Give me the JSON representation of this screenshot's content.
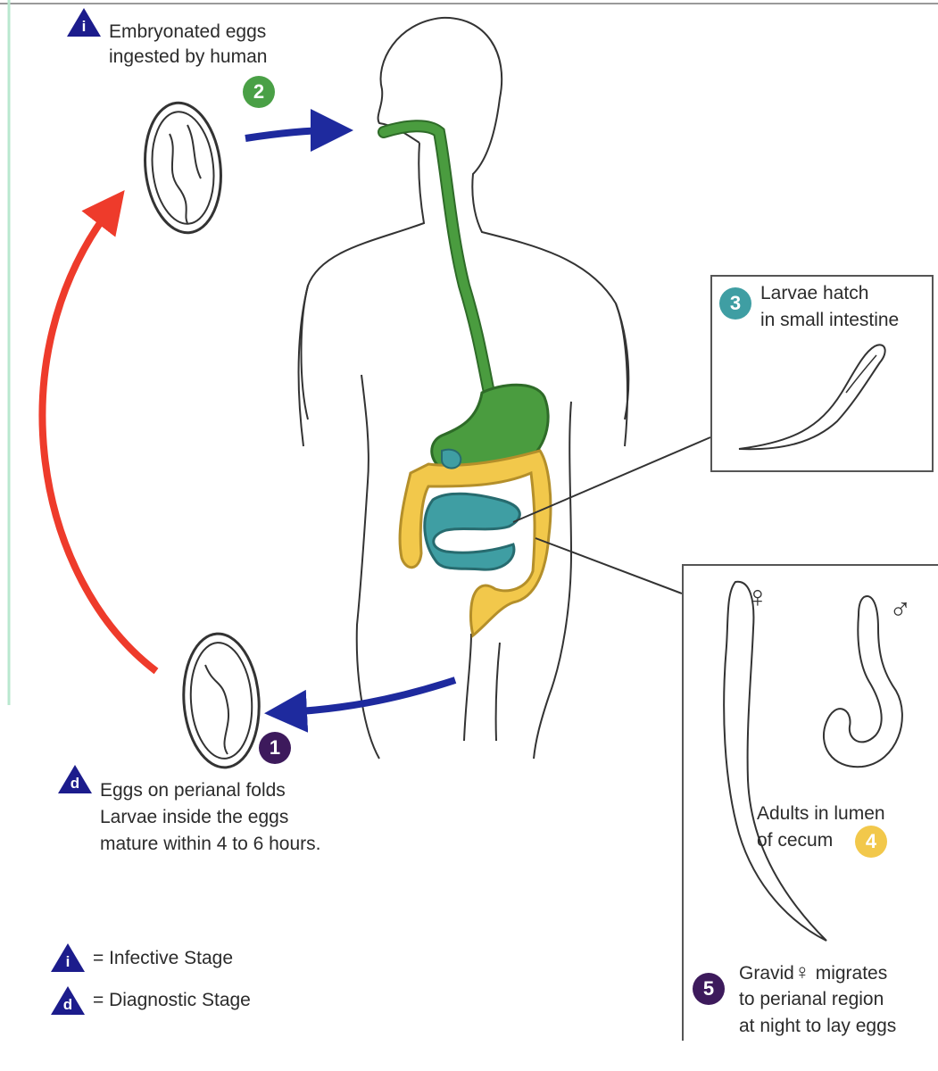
{
  "steps": {
    "s1": {
      "num": "1",
      "color": "#3d1a5c"
    },
    "s2": {
      "num": "2",
      "color": "#4aa046"
    },
    "s3": {
      "num": "3",
      "color": "#3f9ea3"
    },
    "s4": {
      "num": "4",
      "color": "#f2c84b"
    },
    "s5": {
      "num": "5",
      "color": "#3d1a5c"
    }
  },
  "labels": {
    "ingested_l1": "Embryonated eggs",
    "ingested_l2": "ingested by human",
    "hatch_l1": "Larvae hatch",
    "hatch_l2": "in small intestine",
    "adults_l1": "Adults in lumen",
    "adults_l2": "of cecum",
    "perianal_l1": "Eggs on perianal folds",
    "perianal_l2": "Larvae inside the eggs",
    "perianal_l3": "mature within 4 to 6 hours.",
    "gravid_l1": "Gravid",
    "gravid_l1b": "migrates",
    "gravid_l2": "to perianal region",
    "gravid_l3": "at night to lay eggs",
    "female_symbol": "♀",
    "male_symbol": "♂"
  },
  "legend": {
    "infective_letter": "i",
    "infective_text": "= Infective Stage",
    "diagnostic_letter": "d",
    "diagnostic_text": "= Diagnostic Stage"
  },
  "colors": {
    "stage_triangle": "#1c1c8c",
    "arrow_blue": "#1e2a9e",
    "arrow_red": "#ee3b2b",
    "esophagus_stomach": "#4a9c3f",
    "small_intestine": "#3f9ea3",
    "large_intestine": "#f2c84b"
  }
}
